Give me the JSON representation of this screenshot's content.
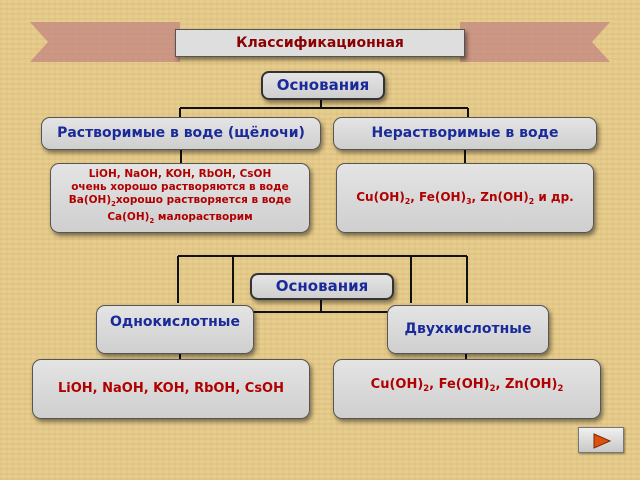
{
  "title": "Классификационная",
  "diagram1": {
    "root": "Основания",
    "left_category": "Растворимые в воде (щёлочи)",
    "right_category": "Нерастворимые в воде",
    "left_detail": {
      "line1": "LiOH, NaOH, KOH, RbOH, CsOH",
      "line2": "очень хорошо растворяются в воде",
      "line3_pre": "Ba(OH)",
      "line3_sub": "2",
      "line3_post": "хорошо растворяется в воде",
      "line4_pre": "Ca(OH)",
      "line4_sub": "2",
      "line4_post": " малорастворим"
    },
    "right_detail": {
      "a": "Cu(OH)",
      "a_sub": "2",
      "b": ", Fe(OH)",
      "b_sub": "3",
      "c": ", Zn(OH)",
      "c_sub": "2",
      "d": " и др."
    }
  },
  "diagram2": {
    "root": "Основания",
    "left_category": "Однокислотные",
    "right_category": "Двухкислотные",
    "left_detail": "LiOH, NaOH, KOH, RbOH, CsOH",
    "right_detail": {
      "a": "Cu(OH)",
      "a_sub": "2",
      "b": ", Fe(OH)",
      "b_sub": "2",
      "c": ", Zn(OH)",
      "c_sub": "2"
    }
  },
  "colors": {
    "heading_blue": "#1a2a9a",
    "detail_red": "#b00000",
    "title_red": "#8b0000",
    "play_arrow": "#e05010"
  },
  "icons": {
    "next": "play-arrow-icon"
  }
}
